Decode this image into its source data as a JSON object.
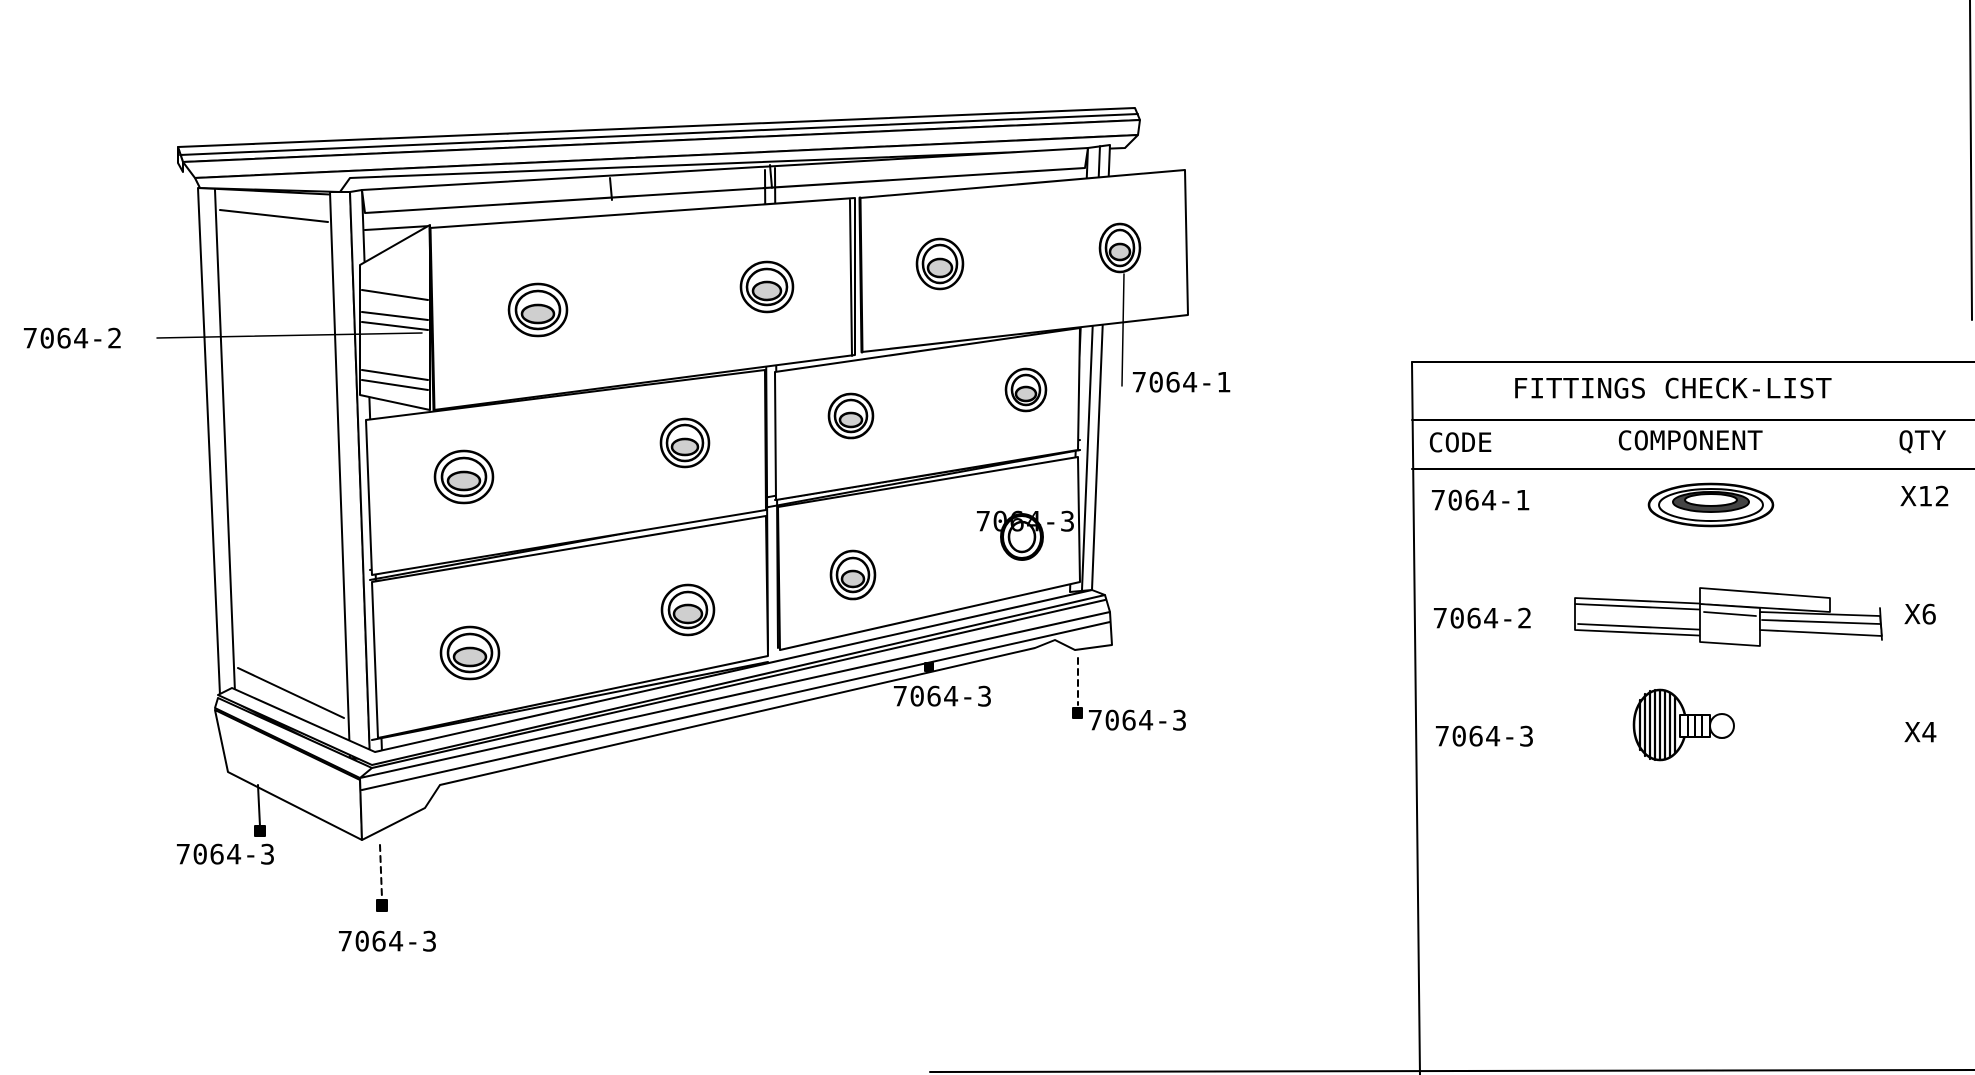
{
  "diagram": {
    "callouts": {
      "handle": "7064-1",
      "slide": "7064-2",
      "foot_inner": "7064-3",
      "foot_center": "7064-3",
      "foot_right": "7064-3",
      "foot_left": "7064-3",
      "foot_front": "7064-3"
    }
  },
  "checklist": {
    "title": "FITTINGS CHECK-LIST",
    "headers": {
      "code": "CODE",
      "component": "COMPONENT",
      "qty": "QTY"
    },
    "rows": [
      {
        "code": "7064-1",
        "component_icon": "oval-drawer-pull-icon",
        "qty": "X12"
      },
      {
        "code": "7064-2",
        "component_icon": "drawer-slide-rail-icon",
        "qty": "X6"
      },
      {
        "code": "7064-3",
        "component_icon": "leveler-foot-bolt-icon",
        "qty": "X4"
      }
    ]
  }
}
